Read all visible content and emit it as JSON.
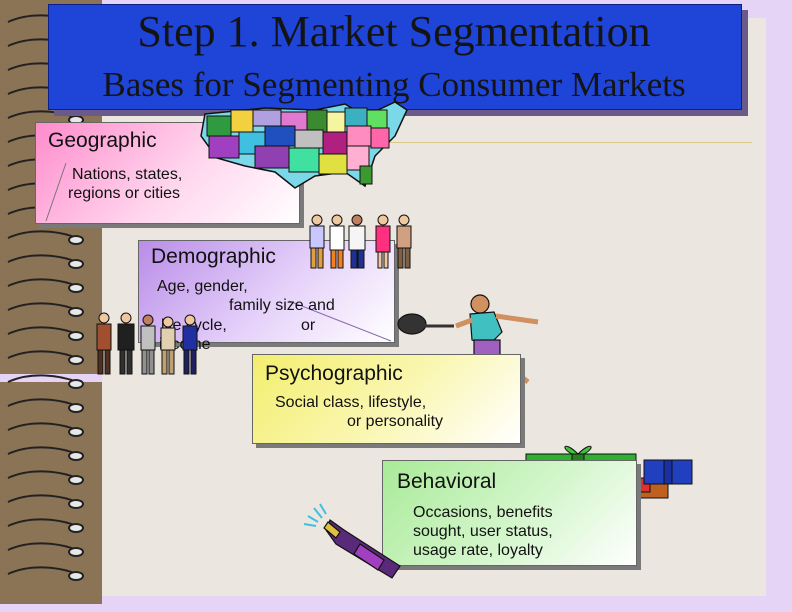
{
  "slide": {
    "title": "Step 1. Market Segmentation",
    "subtitle": "Bases for Segmenting Consumer Markets"
  },
  "cards": {
    "geographic": {
      "title": "Geographic",
      "lines": [
        "Nations, states,",
        "regions or cities"
      ]
    },
    "demographic": {
      "title": "Demographic",
      "lines": [
        "Age, gender,",
        "family size and",
        "life cycle,",
        "or",
        "income"
      ]
    },
    "psychographic": {
      "title": "Psychographic",
      "lines": [
        "Social class, lifestyle,",
        "or personality"
      ]
    },
    "behavioral": {
      "title": "Behavioral",
      "lines": [
        "Occasions, benefits",
        "sought, user status,",
        "usage rate, loyalty"
      ]
    }
  },
  "colors": {
    "title_bar": "#1f44d8",
    "geographic_gradient": [
      "#ff9ad0",
      "#ffffff"
    ],
    "demographic_gradient": [
      "#c39bf0",
      "#ffffff"
    ],
    "psychographic_gradient": [
      "#f5f07a",
      "#ffffff"
    ],
    "behavioral_gradient": [
      "#b8f0a8",
      "#ffffff"
    ]
  },
  "icons": [
    "us-map-icon",
    "people-group-icon",
    "tennis-player-icon",
    "gift-boxes-icon",
    "champagne-bottle-icon",
    "notebook-spiral-icon"
  ]
}
